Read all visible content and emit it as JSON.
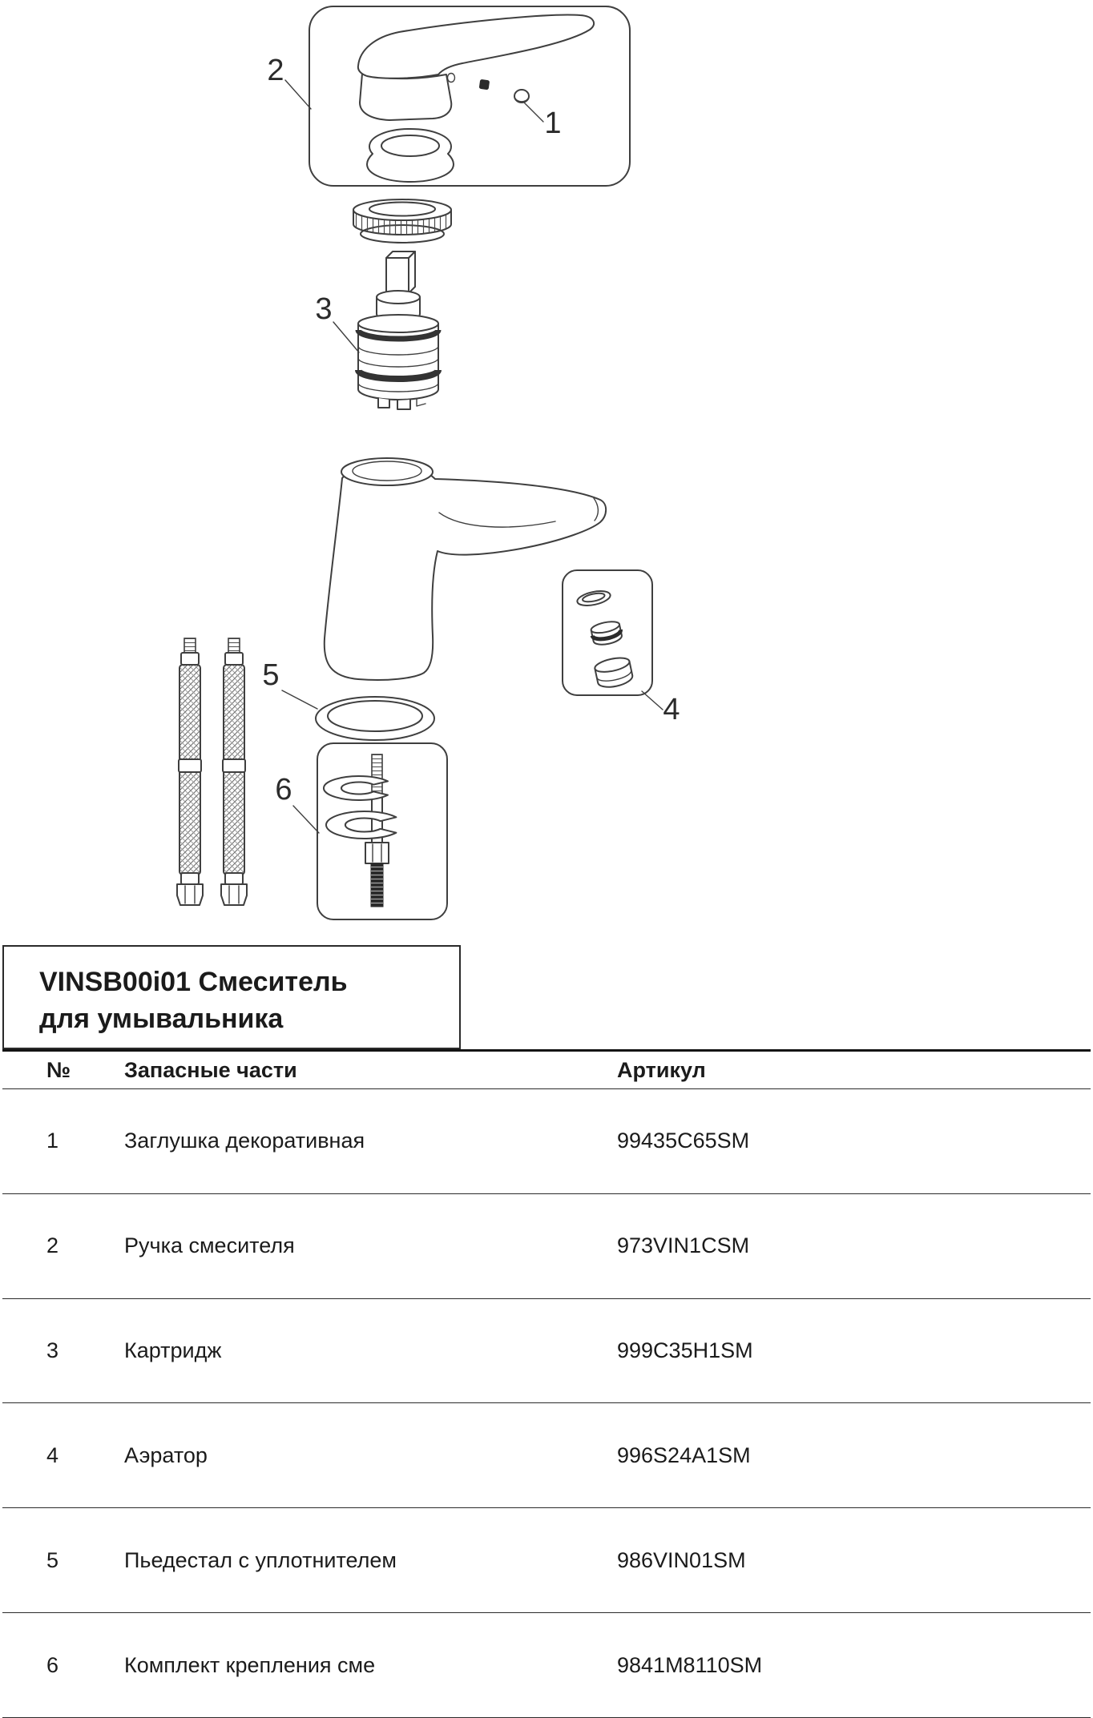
{
  "title_block": {
    "line1": "VINSB00i01 Смеситель",
    "line2": "для умывальника"
  },
  "parts_table": {
    "headers": {
      "number": "№",
      "name": "Запасные части",
      "article": "Артикул"
    },
    "rows": [
      {
        "num": "1",
        "name": "Заглушка декоративная",
        "article": "99435C65SM"
      },
      {
        "num": "2",
        "name": "Ручка смесителя",
        "article": "973VIN1CSM"
      },
      {
        "num": "3",
        "name": "Картридж",
        "article": "999C35H1SM"
      },
      {
        "num": "4",
        "name": "Аэратор",
        "article": "996S24A1SM"
      },
      {
        "num": "5",
        "name": "Пьедестал с уплотнителем",
        "article": "986VIN01SM"
      },
      {
        "num": "6",
        "name": "Комплект крепления сме",
        "article": "9841M8110SM"
      }
    ]
  },
  "diagram": {
    "callouts": {
      "c1": "1",
      "c2": "2",
      "c3": "3",
      "c4": "4",
      "c5": "5",
      "c6": "6"
    },
    "line_color": "#3f3f3f"
  }
}
